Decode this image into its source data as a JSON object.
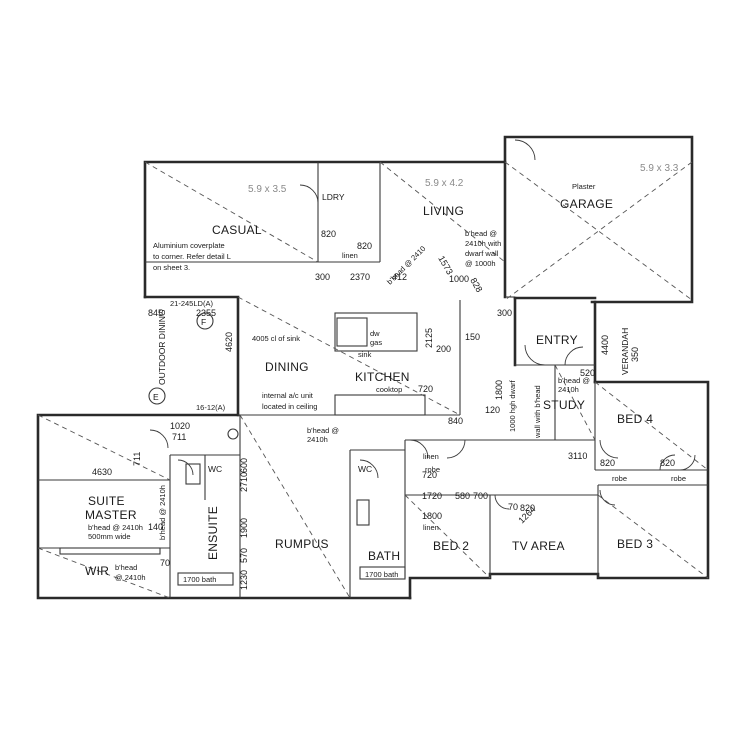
{
  "rooms": {
    "casual": "CASUAL",
    "living": "LIVING",
    "garage": "GARAGE",
    "lndry": "LDRY",
    "dining": "DINING",
    "kitchen": "KITCHEN",
    "entry": "ENTRY",
    "study": "STUDY",
    "verandah": "VERANDAH",
    "outdoor_dining": "OUTDOOR DINING",
    "bed4": "BED 4",
    "bed3": "BED 3",
    "bed2": "BED 2",
    "tv_area": "TV AREA",
    "rumpus": "RUMPUS",
    "bath": "BATH",
    "ensuite": "ENSUITE",
    "wc1": "WC",
    "wc2": "WC",
    "suite_master_1": "SUITE",
    "suite_master_2": "MASTER",
    "wir": "WIR"
  },
  "notes": {
    "casual_1": "Aluminium coverplate",
    "casual_2": "to corner. Refer detail L",
    "casual_3": "on sheet 3.",
    "plaster": "Plaster",
    "living_head": "b'head @",
    "living_2410": "2410h with",
    "living_dwarf": "dwarf wall",
    "living_1000": "@ 1000h",
    "dining_1": "internal a/c unit",
    "dining_2": "located in ceiling",
    "rumpus_bhead": "b'head @",
    "rumpus_2410": "2410h",
    "study_bhead": "b'head @",
    "study_2410": "2410h",
    "master_bhead": "b'head @ 2410h",
    "master_wide": "500mm wide",
    "wir_bhead": "b'head",
    "wir_2410": "@ 2410h",
    "ens_bhead": "b'head @ 2410h",
    "cooktop": "cooktop",
    "dw": "dw",
    "gas": "gas",
    "sink": "sink",
    "linen_1": "linen",
    "linen_2": "linen",
    "linen_3": "linen",
    "robe_1": "robe",
    "robe_2": "robe",
    "robe_3": "robe",
    "bath_1700": "1700 bath",
    "ens_1700": "1700 bath",
    "cl_sink": "4005 cl of sink",
    "lintel_1": "21-245LD(A)",
    "lintel_2": "16-12(A)",
    "entry_wall": "wall with b'head",
    "bhead_2410": "b'head @ 2410",
    "dwarf_h": "1000 hgh dwarf",
    "marker_e": "E",
    "marker_f": "F"
  },
  "dims": {
    "d300a": "300",
    "d2370": "2370",
    "d412": "412",
    "d300b": "300",
    "d2355": "2355",
    "d845": "845",
    "d4620": "4620",
    "d1020": "1020",
    "d711a": "711",
    "d4630": "4630",
    "d711b": "711",
    "d820a": "820",
    "d820b": "820",
    "d720a": "720",
    "d720b": "720",
    "d1720": "1720",
    "d580": "580",
    "d700": "700",
    "d1800a": "1800",
    "d1800b": "1800",
    "d3110": "3110",
    "d820c": "820",
    "d820d": "820",
    "d820e": "820",
    "d1264": "1264",
    "d70a": "70",
    "d70b": "70",
    "d840": "840",
    "d2125": "2125",
    "d200": "200",
    "d150": "150",
    "d1900": "1900",
    "d2710": "2710",
    "d600": "600",
    "d1230": "1230",
    "d570": "570",
    "d140": "140",
    "d1573": "1573",
    "d828": "828",
    "d350": "350",
    "d520": "520",
    "d120": "120",
    "d4400": "4400",
    "d1000": "1000"
  },
  "pencil": {
    "p1": "5.9 x 3.5",
    "p2": "5.9 x 4.2",
    "p3": "5.9 x 3.3"
  }
}
